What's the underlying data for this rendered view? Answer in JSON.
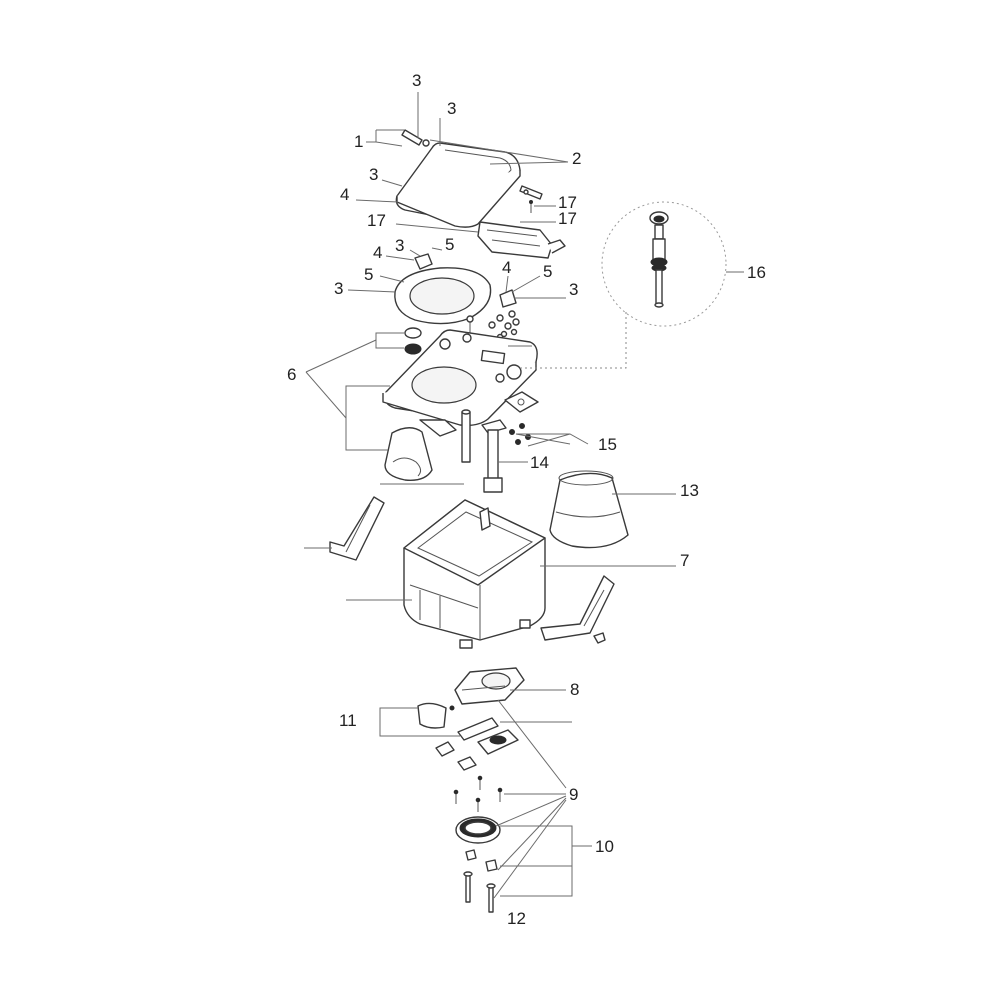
{
  "callouts": {
    "c1": "1",
    "c2": "2",
    "c3": "3",
    "c4": "4",
    "c5": "5",
    "c6": "6",
    "c7": "7",
    "c8": "8",
    "c9": "9",
    "c10": "10",
    "c11": "11",
    "c12": "12",
    "c13": "13",
    "c14": "14",
    "c15": "15",
    "c16": "16",
    "c17": "17"
  },
  "colors": {
    "line": "#3a3a3a",
    "leader": "#6b6b6b",
    "background": "#ffffff"
  }
}
